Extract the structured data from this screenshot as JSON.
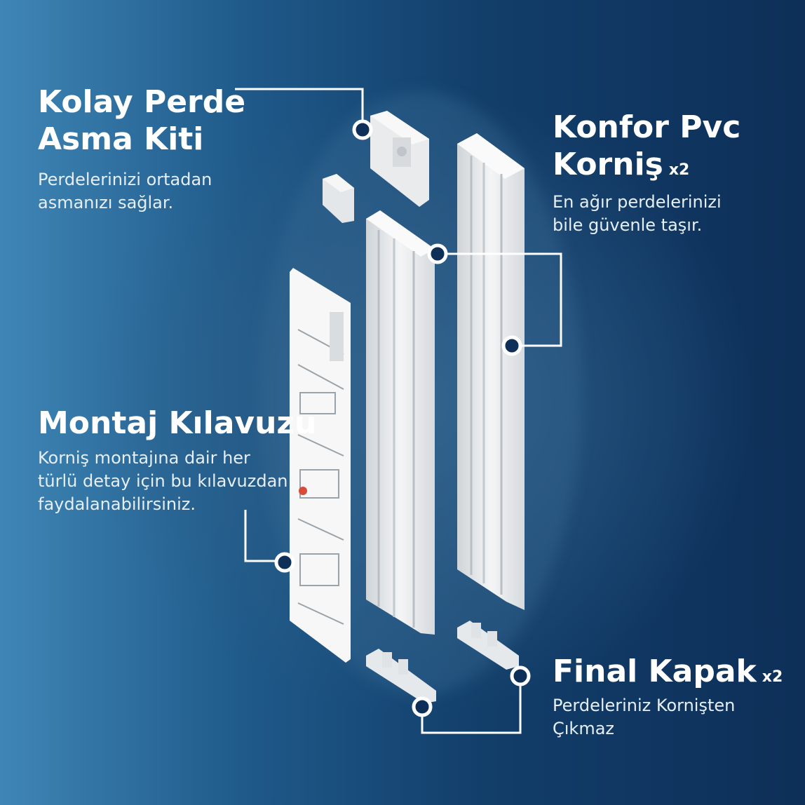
{
  "callouts": {
    "kit": {
      "title_line1": "Kolay Perde",
      "title_line2": "Asma Kiti",
      "desc_line1": "Perdelerinizi ortadan",
      "desc_line2": "asmanızı sağlar."
    },
    "rail": {
      "title_line1": "Konfor Pvc",
      "title_line2": "Korniş",
      "qty": "x2",
      "desc_line1": "En ağır perdelerinizi",
      "desc_line2": "bile güvenle taşır."
    },
    "guide": {
      "title": "Montaj Kılavuzu",
      "desc_line1": "Korniş montajına dair her",
      "desc_line2": "türlü detay için bu kılavuzdan",
      "desc_line3": "faydalanabilirsiniz."
    },
    "cap": {
      "title": "Final Kapak",
      "qty": "x2",
      "desc_line1": "Perdeleriniz Kornişten",
      "desc_line2": "Çıkmaz"
    }
  },
  "product_images": {
    "rails": "pvc-rail-pair",
    "kit": "hanging-kit-clips",
    "guide": "assembly-guide-sheet",
    "caps": "end-cap-pair"
  },
  "colors": {
    "connector_line": "#ffffff",
    "marker_fill": "#0d2f58",
    "product": "#ececec"
  }
}
